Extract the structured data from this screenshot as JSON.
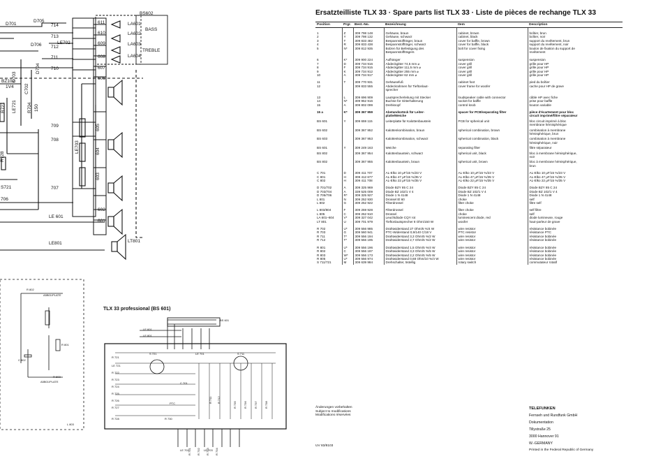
{
  "document": {
    "title": "Ersatzteilliste TLX 33 · Spare parts list TLX 33 · Liste de pièces de rechange TLX 33",
    "columns": [
      "Position",
      "Prgr.",
      "Best.-No.",
      "Bezeichnung",
      "Item",
      "Description"
    ],
    "rows": [
      {
        "pos": "1\n2\n3\n4\n5",
        "prg": "Z\nY\nT\nR\nN*",
        "no": "309 798 148\n309 798 132\n309 833 482\n309 833 438\n309 812 935",
        "de": "Gehäuse, braun\nGehäuse, schwarz\nBespannstoffträger, braun\nBespannstoffträger, schwarz\nBolzen für Befestigung des\nBespannstoffträgers",
        "en": "cabinet, brown\ncabinet, black\ncover for baffle, brown\ncover for baffle, black\nbolt for cover fixing",
        "fr": "boîtier, brun\nboîtier, noir\nsupport du revêtement, brun\nsupport du revêtement, noir\nboulon de fixation du support de\nrevêtement"
      },
      {
        "pos": "6\n7\n8\n9\n10",
        "prg": "K*\nD\nF\nK\nA",
        "no": "309 900 224\n309 734 916\n309 734 915\n309 734 912\n309 734 917",
        "de": "Aufhänger\nAbdeckgitter 74,5 mm ⌀\nAbdeckgitter 111,5 mm ⌀\nAbdeckgitter 255 mm ⌀\nAbdeckgitter 62 mm ⌀",
        "en": "suspension\ncover grill\ncover grill\ncover grill\ncover grill",
        "fr": "suspension\ngrille pour HP\ngrille pour HP\ngrille pour HP\ngrille pour HP"
      },
      {
        "pos": "11\n12",
        "prg": "T",
        "no": "309 770 931\n309 833 555",
        "de": "Gehäusefuß\nAbdeckrahmen für Tieftonlaut-\nsprecher",
        "en": "cabinet foot\ncover frame for woofer",
        "fr": "pied du boîtier\ncache pour HP de grave"
      },
      {
        "pos": "13\n14\n15",
        "prg": "L\nN*\nA",
        "no": "309 696 909\n309 952 916\n309 802 099",
        "de": "Lautsprecherleitung mit Stecker\nBuchse für Gitterhalterung\nDrehknopf",
        "en": "loudspeaker cable with connector\nsocket for baffle\ncontrol knob",
        "fr": "câble HP avec fiche\nprise pour baffle\nbouton variable"
      },
      {
        "pos": "15 a",
        "prg": "K*",
        "no": "309 367 959",
        "de": "Abstandsstück für Leiter-\nplatte/Weiche",
        "en": "spacer for PCB/separating filter",
        "fr": "pièce d'écartement pour bloc\ncircuit imprimé/filtre séparateur",
        "bold": true
      },
      {
        "pos": "BS 601",
        "prg": "Y",
        "no": "309 659 115",
        "de": "Leiterplatte für Kalottenbaustein",
        "en": "PCB for spherical unit",
        "fr": "bloc circuit imprimé à bloc\nmembrane hémisphérique"
      },
      {
        "pos": "BS 602",
        "prg": "",
        "no": "309 367 952",
        "de": "Kalottenkombination, braun",
        "en": "spherical combination, brown",
        "fr": "combination à membrane\nhémisphérique, brun"
      },
      {
        "pos": "BS 603",
        "prg": "",
        "no": "309 367 953",
        "de": "Kalottenkombination, schwarz",
        "en": "spherical combination, black",
        "fr": "combination à membrane\nhémisphérique, noir"
      },
      {
        "pos": "BS 601",
        "prg": "Y",
        "no": "309 249 163",
        "de": "Weiche",
        "en": "separating filter",
        "fr": "filtre séparateur"
      },
      {
        "pos": "BS 802",
        "prg": "",
        "no": "309 367 954",
        "de": "Kalottenbaustein, schwarz",
        "en": "spherical unit, black",
        "fr": "bloc à membrane hémisphérique,\nnoir"
      },
      {
        "pos": "BS 802",
        "prg": "",
        "no": "309 367 955",
        "de": "Kalottenbaustein, braun",
        "en": "spherical unit, brown",
        "fr": "bloc à membrane hémisphérique,\nbrun"
      },
      {
        "pos": "C 701\nC 801\nC 802",
        "prg": "D\nH\nH",
        "no": "309 411 707\n309 412 677\n309 411 708",
        "de": "AL-Elko 10 μF/15 %/23 V\nAL-Elko 47 μF/15 %/35 V\nAL-Elko 22 μF/15 %/35 V",
        "en": "AL-Elko 10 μF/15 %/23 V\nAL-Elko 47 μF/15 %/35 V\nAL-Elko 22 μF/15 %/35 V",
        "fr": "AL-Elko 10 μF/15 %/23 V\nAL-Elko 47 μF/15 %/35 V\nAL-Elko 22 μF/15 %/35 V"
      },
      {
        "pos": "D 701/702\nD 703/704\nD 705/706\nL 801\nL 802",
        "prg": "A\nA\nR*\nN\nG",
        "no": "309 325 969\n339 525 009\n309 325 927\n309 252 930\n309 252 922",
        "de": "Diode BZY 85 C 24\nDiode BZ 102/1 V 4\nDiode 1 N 4148\nDrossel El 60\nFilterdrossel",
        "en": "Diode BZY 85 C 24\nDiode BZ 102/1 V 4\nDiode 1 N 4148\nchoke\nfilter choke",
        "fr": "Diode BZY 85 C 24\nDiode BZ 102/1 V 4\nDiode 1 N 4148\nself\nfiltre self"
      },
      {
        "pos": "L 803/804\nL 805\nLA 601–604\nLT 801",
        "prg": "F\nC\nV*\nU",
        "no": "309 259 928\n309 252 910\n309 327 042\n309 701 979",
        "de": "Filterdrossel\nDrossel\nLeuchtdiode CQY rot\nTieftonlautsprecher 8 Ohm/150 W",
        "en": "filter choke\nchoke\nluminescent diode, red\nwoofer",
        "fr": "self filtre\nself\ndiode lumineuse, rouge\nhaut-parleur de grave"
      },
      {
        "pos": "R 702\nR 703\nR 711\nR 712",
        "prg": "U*\nG\nT*\nT*",
        "no": "309 556 985\n309 560 941\n309 556 194\n309 556 195",
        "de": "Drahtwiderstand 27 Ohm/5 %/4 W\nPTC-Widerstand 0,9/140 C/18 V\nDrahtwiderstand 3,3 Ohm/5 %/2 W\nDrahtwiderstand 2,7 Ohm/5 %/2 W",
        "en": "wire resistor\nPTC resistor\nwire resistor\nwire resistor",
        "fr": "résistance bobinée\nrésistance PTC\nrésistance bobinée\nrésistance bobinée"
      },
      {
        "pos": "R 801\nR 802\nR 803\nR 805\nS 711/721",
        "prg": "U*\nC\nW*\nU*\nM",
        "no": "309 556 196\n309 556 197\n309 556 173\n309 556 974\n309 639 984",
        "de": "Drahtwiderstand 1,5 Ohm/5 %/4 W\nDrahtwiderstand 3,3 Ohm/5 %/5 W\nDrahtwiderstand 2,2 Ohm/5 %/5 W\nDrahtwiderstand 0,68 Ohm/10 %/4 W\nDrehschalter, 5stellig",
        "en": "wire resistor\nwire resistor\nwire resistor\nwire resistor\nrotary switch",
        "fr": "résistance bobinée\nrésistance bobinée\nrésistance bobinée\nrésistance bobinée\ncommutateur rotatif"
      }
    ],
    "footer_notes": "Änderungen vorbehalten\nSubject to modifications\nModifications réservées",
    "footer_code": "UV 83/8103",
    "company": {
      "name": "TELEFUNKEN",
      "line1": "Fernseh und Rundfunk GmbH",
      "line2": "Dokumentation",
      "line3": "Tillystraße 25",
      "line4": "3000 Hannover 91",
      "line5": "W.-GERMANY",
      "printed": "Printed in the Federal Republic of Germany"
    }
  },
  "schematic": {
    "labels_top": [
      "D701",
      "D705",
      "714",
      "713",
      "LE702",
      "D706",
      "712",
      "711",
      "D703",
      "D704",
      "710",
      "BZ102",
      "1V4",
      "C702",
      "R704",
      "150",
      "LE721",
      "R721",
      "709",
      "708",
      "R728",
      "707",
      "S721",
      "706",
      "LE 601",
      "LE801"
    ],
    "labels_mid": [
      "BS602",
      "611",
      "LA601",
      "610",
      "LA602",
      "BASS",
      "609",
      "LA603",
      "TREBLE",
      "608",
      "LA604",
      "607",
      "606",
      "605",
      "604",
      "603",
      "LE703",
      "602",
      "601",
      "LT801"
    ],
    "title_bs601": "TLX 33 professional (BS 601)",
    "labels_board": [
      "BS 601",
      "LE 601",
      "LE 801",
      "S 721",
      "S 711",
      "LE 701",
      "C 701",
      "PTC",
      "R 711",
      "R 712",
      "LE 702",
      "LE 703",
      "LE 721",
      "R 721",
      "R 722",
      "R 723",
      "R 724",
      "R 725",
      "R 726",
      "R 727",
      "R 728",
      "R 730",
      "R 731",
      "R 732",
      "R 733",
      "R 734",
      "R 735",
      "R 736",
      "R 737",
      "R 738"
    ],
    "labels_bottomleft": [
      "R 802",
      "A5B01/PLATE",
      "C 802",
      "R 803",
      "R 801",
      "A5B01/PLATE",
      "L 803"
    ]
  }
}
